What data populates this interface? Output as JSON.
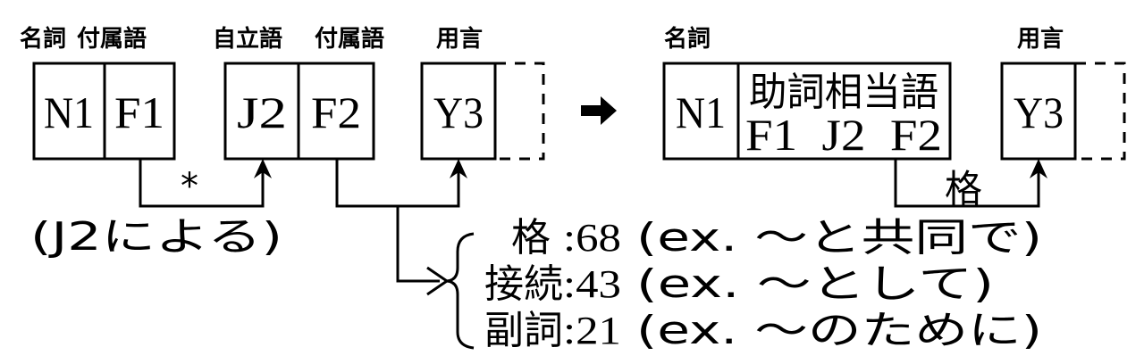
{
  "left": {
    "labels": {
      "noun": "名詞",
      "func1": "付属語",
      "indep": "自立語",
      "func2": "付属語",
      "pred": "用言"
    },
    "boxes": {
      "n1": "N1",
      "f1": "F1",
      "j2": "J2",
      "f2": "F2",
      "y3": "Y3"
    },
    "star": "*",
    "by_j2": "(J2による)"
  },
  "arrow_icon": "right-arrow",
  "right": {
    "labels": {
      "noun": "名詞",
      "pred": "用言"
    },
    "boxes": {
      "n1": "N1",
      "compound_title": "助詞相当語",
      "compound_parts": "F1  J2  F2",
      "y3": "Y3"
    },
    "edge_label": "格"
  },
  "relations": [
    {
      "name": "格",
      "count": ":68",
      "example": "(ex. ～と共同で)"
    },
    {
      "name": "接続",
      "count": ":43",
      "example": "(ex. ～として)"
    },
    {
      "name": "副詞",
      "count": ":21",
      "example": "(ex. ～のために)"
    }
  ]
}
